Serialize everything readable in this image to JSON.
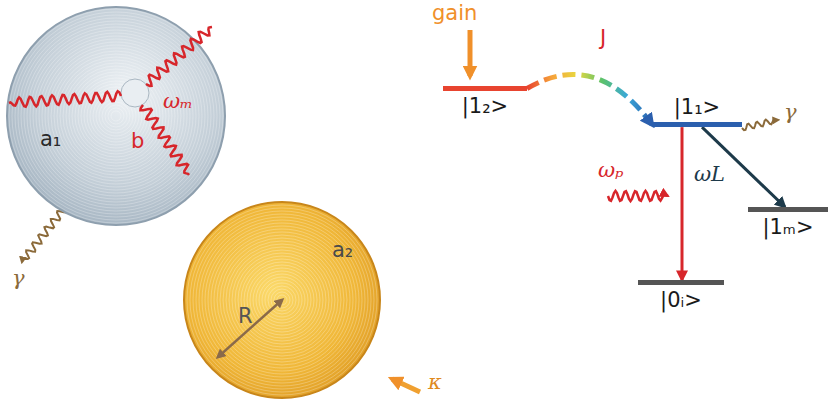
{
  "diagram": {
    "nodes": [
      {
        "text": [
          "a₁",
          "ωₘ",
          "b"
        ]
      },
      {
        "text": [
          "a₂",
          "R"
        ]
      },
      {
        "text": [
          "|1₂>"
        ]
      },
      {
        "text": [
          "|1₁>"
        ]
      },
      {
        "text": [
          "|0ᵢ>"
        ]
      },
      {
        "text": [
          "|1ₘ>"
        ]
      }
    ],
    "edges": [
      {
        "from": 2,
        "to": 3,
        "arrow": "to",
        "label": "J"
      },
      {
        "from": 3,
        "to": 4,
        "arrow": "to"
      },
      {
        "from": 3,
        "to": 5,
        "arrow": "to",
        "label": "ωL"
      }
    ],
    "labels": [
      "γ",
      "κ",
      "gain",
      "γ",
      "ωₚ"
    ]
  }
}
